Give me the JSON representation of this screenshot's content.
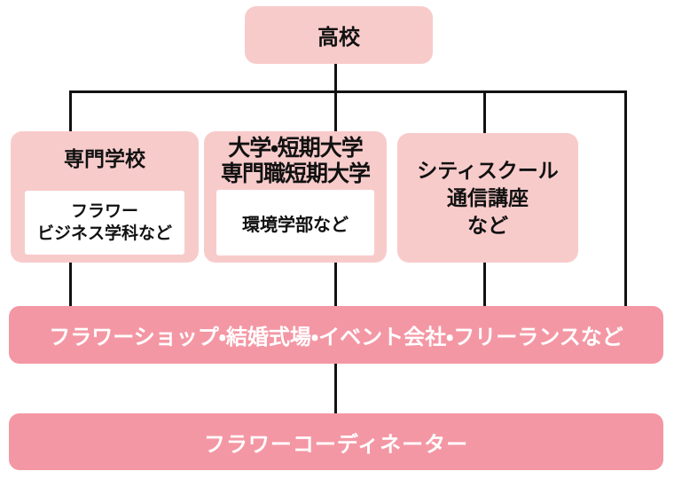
{
  "diagram": {
    "description": "career path flowchart to flower coordinator",
    "colors": {
      "node_pink": "#f8cbcb",
      "accent_pink": "#f497a4",
      "inner_box_white": "#ffffff",
      "connector_black": "#111111",
      "text_dark": "#111111",
      "text_light": "#ffffff"
    },
    "nodes": {
      "high_school": {
        "label": "高校"
      },
      "vocational": {
        "title": "専門学校",
        "detail_line1": "フラワー",
        "detail_line2": "ビジネス学科など"
      },
      "university": {
        "title_line1": "大学・短期大学",
        "title_line2": "専門職短期大学",
        "detail": "環境学部など"
      },
      "city_school": {
        "line1": "シティスクール",
        "line2": "通信講座",
        "line3": "など"
      },
      "employment": {
        "label": "フラワーショップ・結婚式場・イベント会社・フリーランスなど"
      },
      "goal": {
        "label": "フラワーコーディネーター"
      }
    }
  }
}
